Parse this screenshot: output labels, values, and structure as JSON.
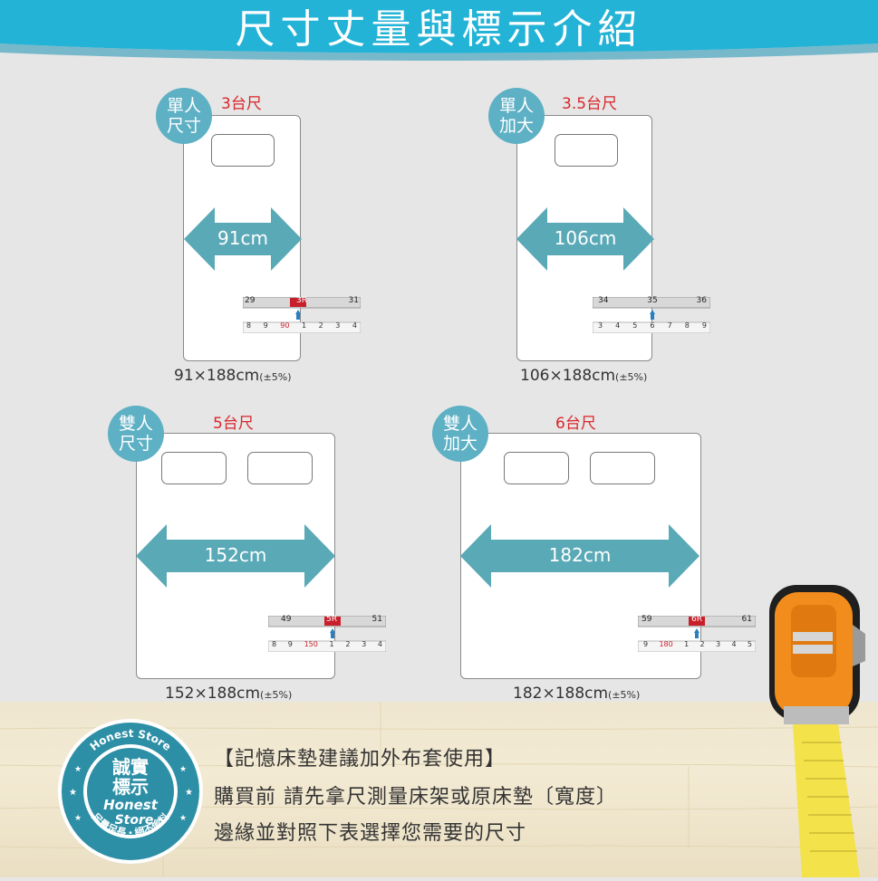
{
  "header": {
    "title": "尺寸丈量與標示介紹"
  },
  "beds": [
    {
      "badge_line1": "單人",
      "badge_line2": "尺寸",
      "taiwan_size": "3台尺",
      "width_label": "91cm",
      "dimensions": "91×188cm",
      "tolerance": "(±5%)",
      "tape_top": [
        "29",
        "3R",
        "31"
      ],
      "tape_bottom": [
        "8",
        "9",
        "90",
        "1",
        "2",
        "3",
        "4"
      ]
    },
    {
      "badge_line1": "單人",
      "badge_line2": "加大",
      "taiwan_size": "3.5台尺",
      "width_label": "106cm",
      "dimensions": "106×188cm",
      "tolerance": "(±5%)",
      "tape_top": [
        "34",
        "35",
        "36"
      ],
      "tape_bottom": [
        "3",
        "4",
        "5",
        "6",
        "7",
        "8",
        "9"
      ]
    },
    {
      "badge_line1": "雙人",
      "badge_line2": "尺寸",
      "taiwan_size": "5台尺",
      "width_label": "152cm",
      "dimensions": "152×188cm",
      "tolerance": "(±5%)",
      "tape_top": [
        "49",
        "5R",
        "51"
      ],
      "tape_bottom": [
        "8",
        "9",
        "150",
        "1",
        "2",
        "3",
        "4"
      ]
    },
    {
      "badge_line1": "雙人",
      "badge_line2": "加大",
      "taiwan_size": "6台尺",
      "width_label": "182cm",
      "dimensions": "182×188cm",
      "tolerance": "(±5%)",
      "tape_top": [
        "59",
        "6R",
        "61"
      ],
      "tape_bottom": [
        "9",
        "180",
        "1",
        "2",
        "3",
        "4",
        "5"
      ]
    }
  ],
  "notice": {
    "line1": "【記憶床墊建議加外布套使用】",
    "line2": "購買前 請先拿尺測量床架或原床墊〔寬度〕",
    "line3": "邊緣並對照下表選擇您需要的尺寸"
  },
  "seal": {
    "ring_top": "Honest Store",
    "ring_bottom": "足量足長・絕不偷料",
    "center_line1": "誠實",
    "center_line2": "標示",
    "center_line3": "Honest",
    "center_line4": "Store"
  },
  "colors": {
    "accent": "#5eb0c4",
    "red": "#d9262b",
    "teal_arrow": "#5aa9b7"
  }
}
